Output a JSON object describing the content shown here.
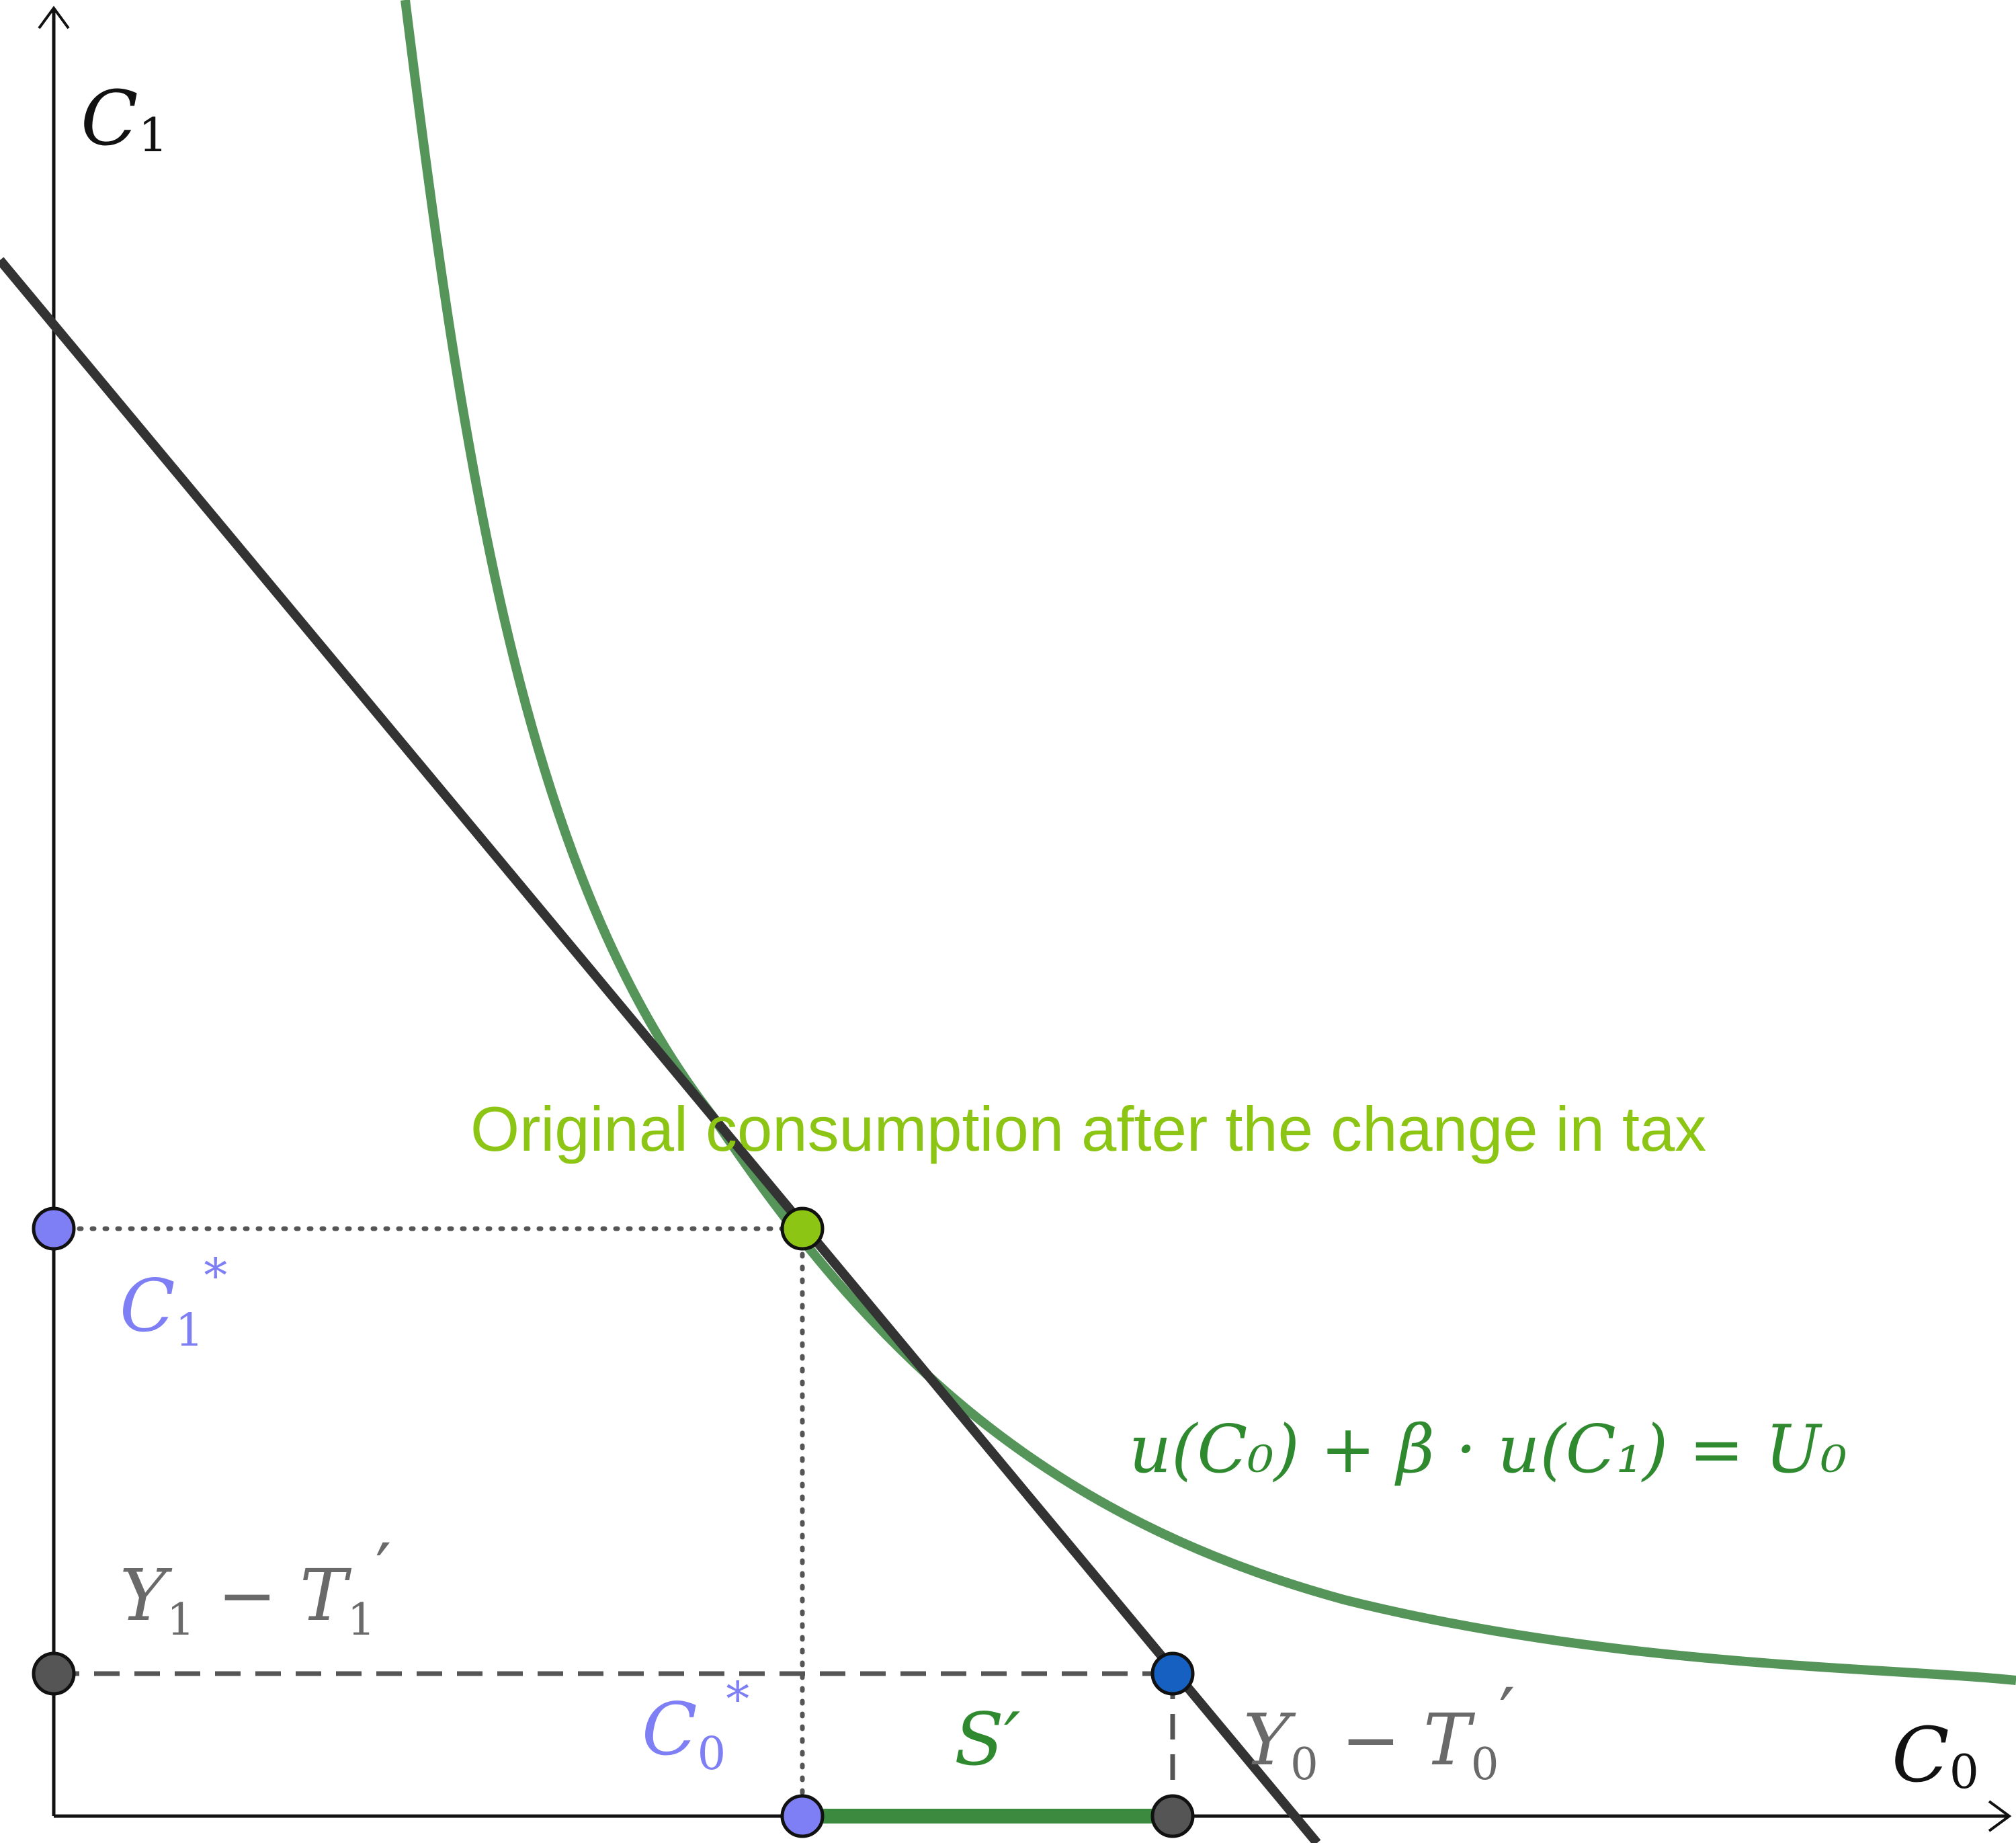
{
  "colors": {
    "axis": "#111111",
    "budget_line": "#333333",
    "indifference_curve": "#55955a",
    "savings_segment": "#3c8a3f",
    "optimum_point": "#8cc514",
    "consumption_point": "#7f7ff5",
    "endowment_point": "#555555",
    "endowment_c0_point": "#1560c0",
    "label_green": "#2f8a2f",
    "label_grey": "#6a6a6a",
    "label_purple": "#7f7ff5",
    "label_lime": "#8cc514"
  },
  "axes": {
    "x_label": {
      "main": "C",
      "sub": "0"
    },
    "y_label": {
      "main": "C",
      "sub": "1"
    }
  },
  "labels": {
    "annotation": "Original consumption after the change in tax",
    "curve_equation": "u(C₀) + β · u(C₁) = U₀",
    "c1_star": {
      "main": "C",
      "sub": "1",
      "sup": "*"
    },
    "c0_star": {
      "main": "C",
      "sub": "0",
      "sup": "*"
    },
    "y1_minus_t1": {
      "a": "Y",
      "a_sub": "1",
      "op": " − ",
      "b": "T",
      "b_sub": "1",
      "prime": "′"
    },
    "y0_minus_t0": {
      "a": "Y",
      "a_sub": "0",
      "op": " − ",
      "b": "T",
      "b_sub": "0",
      "prime": "′"
    },
    "savings": "S′"
  },
  "icons": {
    "x_arrow": "arrowhead-right",
    "y_arrow": "arrowhead-up"
  }
}
